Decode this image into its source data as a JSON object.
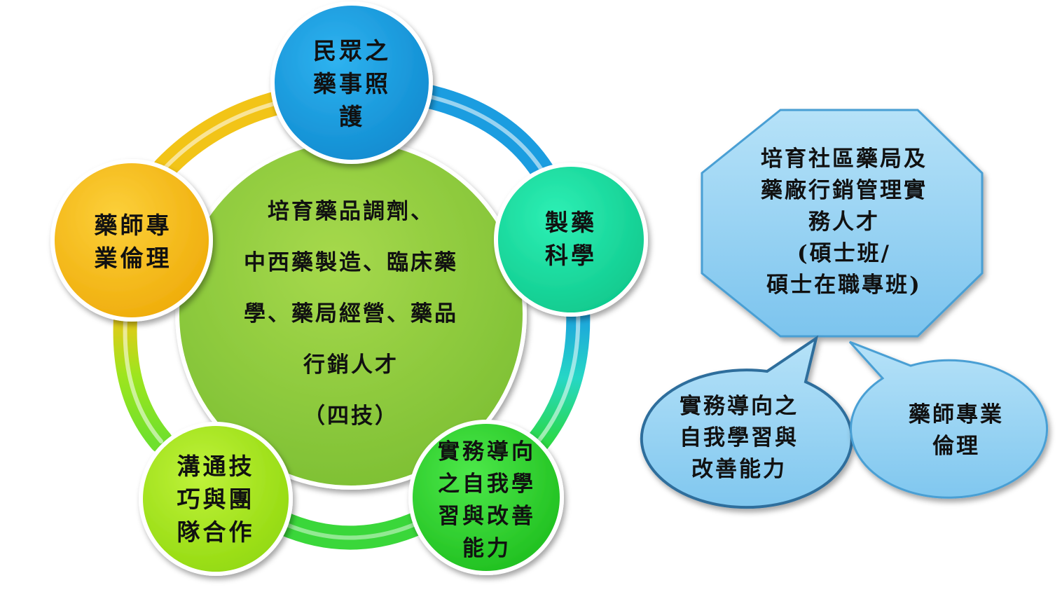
{
  "left_diagram": {
    "center": {
      "text": "培育藥品調劑、\n中西藥製造、臨床藥\n學、藥局經營、藥品\n行銷人才\n（四技）",
      "color": "#8cc63f"
    },
    "nodes": [
      {
        "id": "care",
        "text": "民眾之\n藥事照\n護",
        "color": "#1e9fdf"
      },
      {
        "id": "science",
        "text": "製藥\n科學",
        "color": "#17d9a1"
      },
      {
        "id": "practice",
        "text": "實務導向\n之自我學\n習與改善\n能力",
        "color": "#2ed12e"
      },
      {
        "id": "teamwork",
        "text": "溝通技\n巧與團\n隊合作",
        "color": "#a6e619"
      },
      {
        "id": "ethics",
        "text": "藥師專\n業倫理",
        "color": "#f7bd1b"
      }
    ]
  },
  "right_diagram": {
    "octagon": {
      "text": "培育社區藥局及\n藥廠行銷管理實\n務人才\n(碩士班/\n碩士在職專班)",
      "color": "#92d0f2"
    },
    "bubbles": [
      {
        "id": "bubble-practice",
        "text": "實務導向之\n自我學習與\n改善能力"
      },
      {
        "id": "bubble-ethics",
        "text": "藥師專業\n倫理"
      }
    ]
  }
}
